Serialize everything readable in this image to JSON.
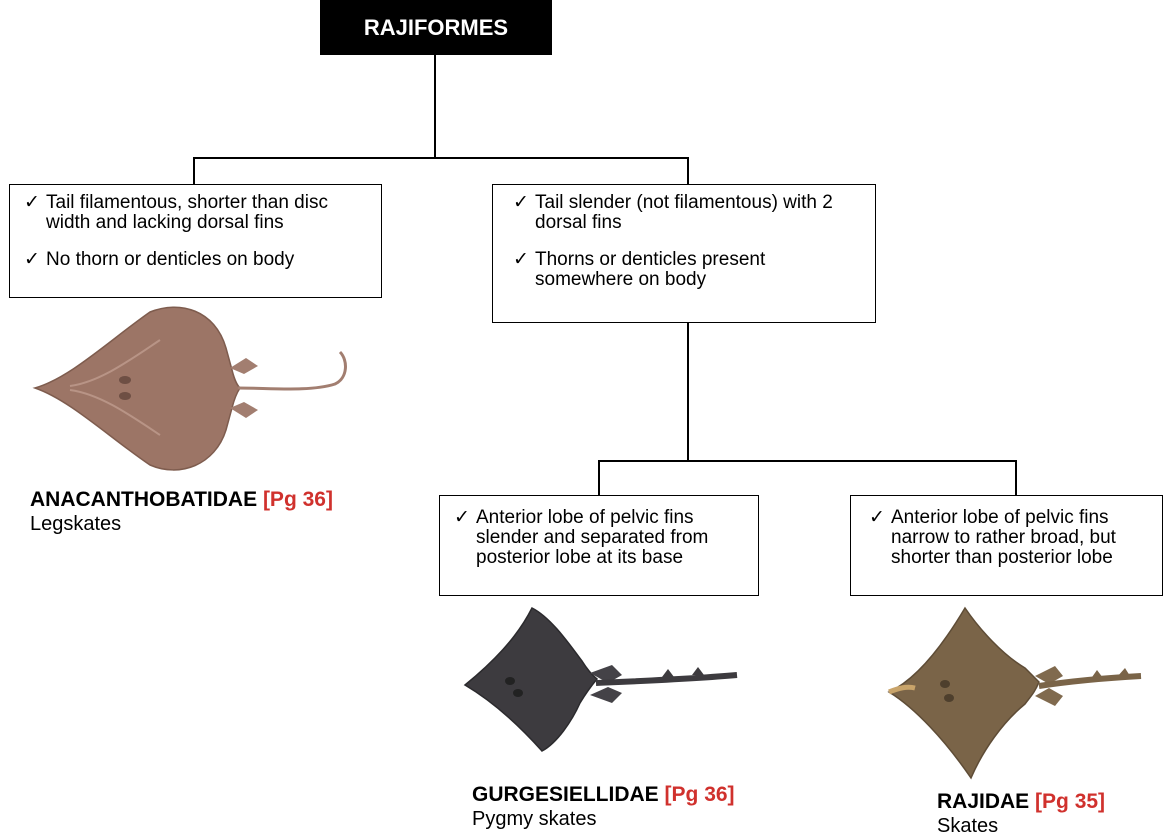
{
  "root": {
    "label": "RAJIFORMES"
  },
  "check_glyph": "✓",
  "boxes": {
    "left": {
      "items": [
        "Tail filamentous, shorter than disc width and lacking dorsal fins",
        "No thorn or denticles on body"
      ]
    },
    "middle": {
      "items": [
        "Tail slender (not filamentous) with 2 dorsal fins",
        "Thorns or denticles present somewhere on body"
      ]
    },
    "bottom_left": {
      "items": [
        "Anterior lobe of pelvic fins slender and separated from posterior lobe at its base"
      ]
    },
    "bottom_right": {
      "items": [
        "Anterior lobe of pelvic fins narrow to rather broad, but shorter than posterior lobe"
      ]
    }
  },
  "families": {
    "anacanthobatidae": {
      "name": "ANACANTHOBATIDAE",
      "page": "[Pg 36]",
      "common": "Legskates"
    },
    "gurgesiellidae": {
      "name": "GURGESIELLIDAE",
      "page": "[Pg 36]",
      "common": "Pygmy skates"
    },
    "rajidae": {
      "name": "RAJIDAE",
      "page": "[Pg 35]",
      "common": "Skates"
    }
  },
  "colors": {
    "page_ref": "#d0312d",
    "legskate": "#9c7566",
    "pygmy_skate": "#3d3b3f",
    "skate": "#7a6448"
  }
}
